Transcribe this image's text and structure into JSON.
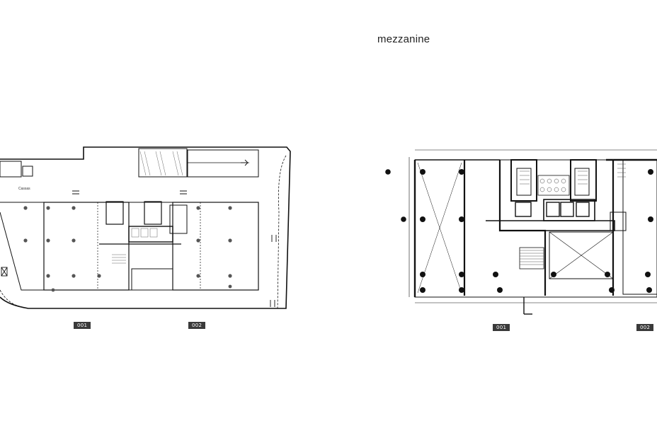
{
  "panels": {
    "left": {
      "title": "r",
      "units": [
        "001",
        "002"
      ],
      "annotation": "Cassas"
    },
    "right": {
      "title": "mezzanine",
      "units": [
        "001",
        "002"
      ]
    }
  }
}
